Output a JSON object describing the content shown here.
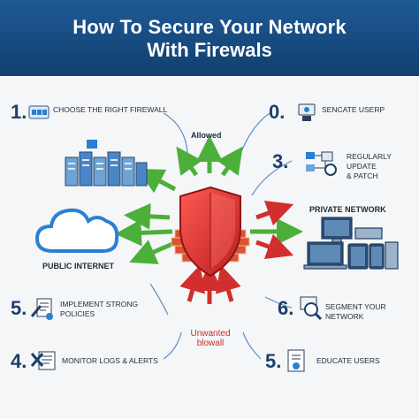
{
  "title": {
    "line1": "How To Secure Your Network",
    "line2": "With Firewals"
  },
  "center": {
    "allowed": "Allowed",
    "unwanted_line1": "Unwanted",
    "unwanted_line2": "blowall"
  },
  "sides": {
    "public_internet": "PUBLIC INTERNET",
    "private_network": "PRIVATE NETWORK"
  },
  "steps": [
    {
      "number": "1.",
      "label": "CHOOSE THE RIGHT FIREWALL",
      "icon": "firewall-choice-icon"
    },
    {
      "number": "0.",
      "label": "SENCATE USERP",
      "icon": "secure-user-icon"
    },
    {
      "number": "3.",
      "label_line1": "REGULARLY UPDATE",
      "label_line2": "& PATCH",
      "icon": "update-patch-icon"
    },
    {
      "number": "5.",
      "label_line1": "IMPLEMENT STRONG",
      "label_line2": "POLICIES",
      "icon": "policy-tools-icon"
    },
    {
      "number": "6.",
      "label": "SEGMENT YOUR NETWORK",
      "icon": "segment-search-icon"
    },
    {
      "number": "4.",
      "label": "MONITOR LOGS & ALERTS",
      "icon": "monitor-logs-icon"
    },
    {
      "number": "5.",
      "label": "EDUCATE USERS",
      "icon": "educate-users-icon"
    }
  ],
  "colors": {
    "header": "#1a4f85",
    "accent_blue": "#2a7fd4",
    "allowed_green": "#4caf3a",
    "blocked_red": "#d22e2e",
    "shield_red": "#e23a3a"
  }
}
